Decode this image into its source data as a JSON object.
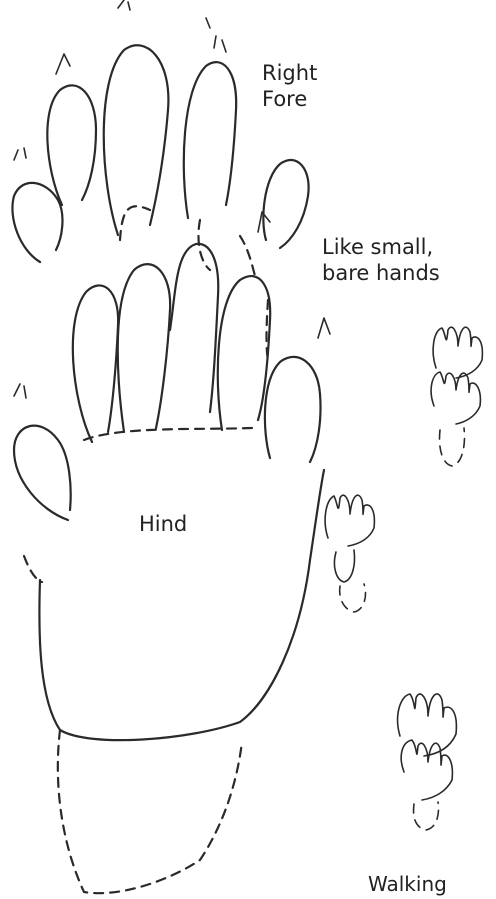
{
  "labels": {
    "right_fore": [
      "Right",
      "Fore"
    ],
    "fore_note": [
      "Like small,",
      "bare hands"
    ],
    "hind": "Hind",
    "walking": "Walking"
  },
  "colors": {
    "ink": "#2a2a2a",
    "background": "#ffffff"
  }
}
